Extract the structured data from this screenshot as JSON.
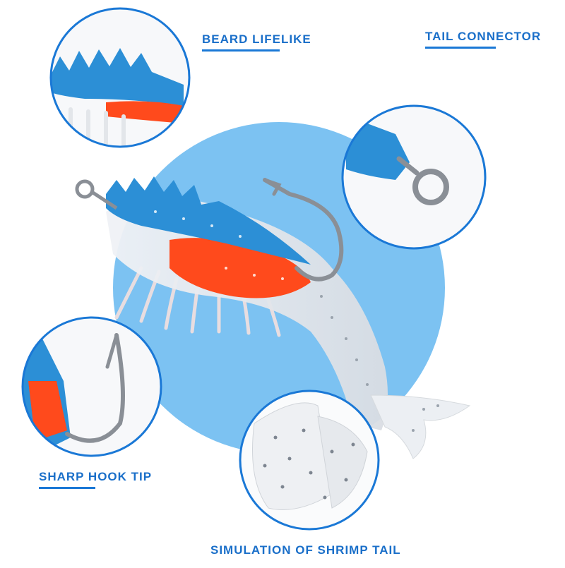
{
  "colors": {
    "accent": "#1a78d6",
    "label_text": "#1a6fc9",
    "backdrop_circle": "#7cc2f2",
    "shrimp_blue": "#2c8fd6",
    "shrimp_orange": "#ff4a1c",
    "hook_metal": "#8a8f96"
  },
  "labels": {
    "beard": "BEARD LIFELIKE",
    "tail_connector": "TAIL CONNECTOR",
    "hook_tip": "SHARP HOOK TIP",
    "shrimp_tail": "SIMULATION OF SHRIMP TAIL"
  },
  "callouts": [
    {
      "id": "beard",
      "icon": "zoom-beard-icon"
    },
    {
      "id": "tail_connector",
      "icon": "zoom-eyelet-icon"
    },
    {
      "id": "hook_tip",
      "icon": "zoom-hook-icon"
    },
    {
      "id": "shrimp_tail",
      "icon": "zoom-tail-icon"
    }
  ]
}
